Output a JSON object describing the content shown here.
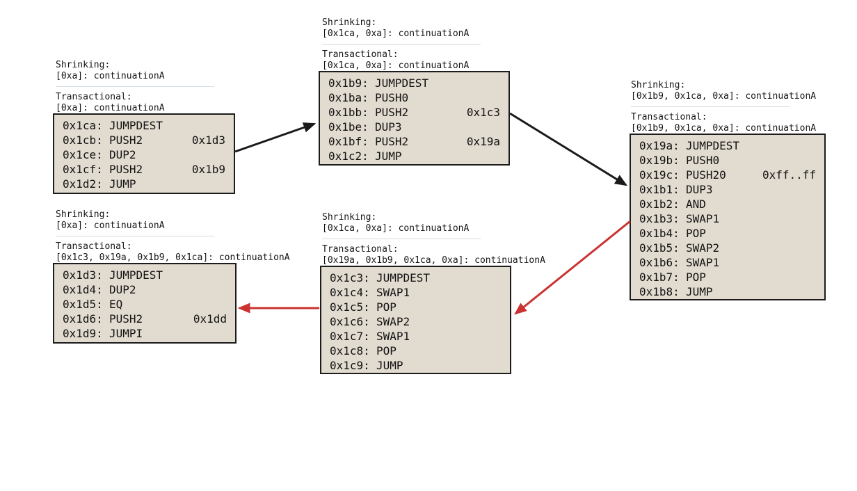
{
  "diagram": {
    "colors": {
      "node_fill": "#e2dbd0",
      "node_border": "#1c1c1c",
      "black_edge": "#1a1a1a",
      "red_edge": "#cc3232",
      "separator": "#d3dbe2",
      "text": "#151515"
    },
    "nodes": [
      {
        "id": "block-0x1ca",
        "shrinking_title": "Shrinking:",
        "shrinking_mapping": "[0xa]: continuationA",
        "transactional_title": "Transactional:",
        "transactional_mapping": "[0xa]: continuationA",
        "instructions": [
          {
            "addr": "0x1ca:",
            "op": "JUMPDEST",
            "operand": ""
          },
          {
            "addr": "0x1cb:",
            "op": "PUSH2",
            "operand": "0x1d3"
          },
          {
            "addr": "0x1ce:",
            "op": "DUP2",
            "operand": ""
          },
          {
            "addr": "0x1cf:",
            "op": "PUSH2",
            "operand": "0x1b9"
          },
          {
            "addr": "0x1d2:",
            "op": "JUMP",
            "operand": ""
          }
        ]
      },
      {
        "id": "block-0x1b9",
        "shrinking_title": "Shrinking:",
        "shrinking_mapping": "[0x1ca, 0xa]: continuationA",
        "transactional_title": "Transactional:",
        "transactional_mapping": "[0x1ca, 0xa]: continuationA",
        "instructions": [
          {
            "addr": "0x1b9:",
            "op": "JUMPDEST",
            "operand": ""
          },
          {
            "addr": "0x1ba:",
            "op": "PUSH0",
            "operand": ""
          },
          {
            "addr": "0x1bb:",
            "op": "PUSH2",
            "operand": "0x1c3"
          },
          {
            "addr": "0x1be:",
            "op": "DUP3",
            "operand": ""
          },
          {
            "addr": "0x1bf:",
            "op": "PUSH2",
            "operand": "0x19a"
          },
          {
            "addr": "0x1c2:",
            "op": "JUMP",
            "operand": ""
          }
        ]
      },
      {
        "id": "block-0x19a",
        "shrinking_title": "Shrinking:",
        "shrinking_mapping": "[0x1b9, 0x1ca, 0xa]: continuationA",
        "transactional_title": "Transactional:",
        "transactional_mapping": "[0x1b9, 0x1ca, 0xa]: continuationA",
        "instructions": [
          {
            "addr": "0x19a:",
            "op": "JUMPDEST",
            "operand": ""
          },
          {
            "addr": "0x19b:",
            "op": "PUSH0",
            "operand": ""
          },
          {
            "addr": "0x19c:",
            "op": "PUSH20",
            "operand": "0xff..ff"
          },
          {
            "addr": "0x1b1:",
            "op": "DUP3",
            "operand": ""
          },
          {
            "addr": "0x1b2:",
            "op": "AND",
            "operand": ""
          },
          {
            "addr": "0x1b3:",
            "op": "SWAP1",
            "operand": ""
          },
          {
            "addr": "0x1b4:",
            "op": "POP",
            "operand": ""
          },
          {
            "addr": "0x1b5:",
            "op": "SWAP2",
            "operand": ""
          },
          {
            "addr": "0x1b6:",
            "op": "SWAP1",
            "operand": ""
          },
          {
            "addr": "0x1b7:",
            "op": "POP",
            "operand": ""
          },
          {
            "addr": "0x1b8:",
            "op": "JUMP",
            "operand": ""
          }
        ]
      },
      {
        "id": "block-0x1d3",
        "shrinking_title": "Shrinking:",
        "shrinking_mapping": "[0xa]: continuationA",
        "transactional_title": "Transactional:",
        "transactional_mapping": "[0x1c3, 0x19a, 0x1b9, 0x1ca]: continuationA",
        "instructions": [
          {
            "addr": "0x1d3:",
            "op": "JUMPDEST",
            "operand": ""
          },
          {
            "addr": "0x1d4:",
            "op": "DUP2",
            "operand": ""
          },
          {
            "addr": "0x1d5:",
            "op": "EQ",
            "operand": ""
          },
          {
            "addr": "0x1d6:",
            "op": "PUSH2",
            "operand": "0x1dd"
          },
          {
            "addr": "0x1d9:",
            "op": "JUMPI",
            "operand": ""
          }
        ]
      },
      {
        "id": "block-0x1c3",
        "shrinking_title": "Shrinking:",
        "shrinking_mapping": "[0x1ca, 0xa]: continuationA",
        "transactional_title": "Transactional:",
        "transactional_mapping": "[0x19a, 0x1b9, 0x1ca, 0xa]: continuationA",
        "instructions": [
          {
            "addr": "0x1c3:",
            "op": "JUMPDEST",
            "operand": ""
          },
          {
            "addr": "0x1c4:",
            "op": "SWAP1",
            "operand": ""
          },
          {
            "addr": "0x1c5:",
            "op": "POP",
            "operand": ""
          },
          {
            "addr": "0x1c6:",
            "op": "SWAP2",
            "operand": ""
          },
          {
            "addr": "0x1c7:",
            "op": "SWAP1",
            "operand": ""
          },
          {
            "addr": "0x1c8:",
            "op": "POP",
            "operand": ""
          },
          {
            "addr": "0x1c9:",
            "op": "JUMP",
            "operand": ""
          }
        ]
      }
    ],
    "edges": [
      {
        "from": "block-0x1ca",
        "to": "block-0x1b9",
        "color": "black"
      },
      {
        "from": "block-0x1b9",
        "to": "block-0x19a",
        "color": "black"
      },
      {
        "from": "block-0x19a",
        "to": "block-0x1c3",
        "color": "red"
      },
      {
        "from": "block-0x1c3",
        "to": "block-0x1d3",
        "color": "red"
      }
    ]
  }
}
